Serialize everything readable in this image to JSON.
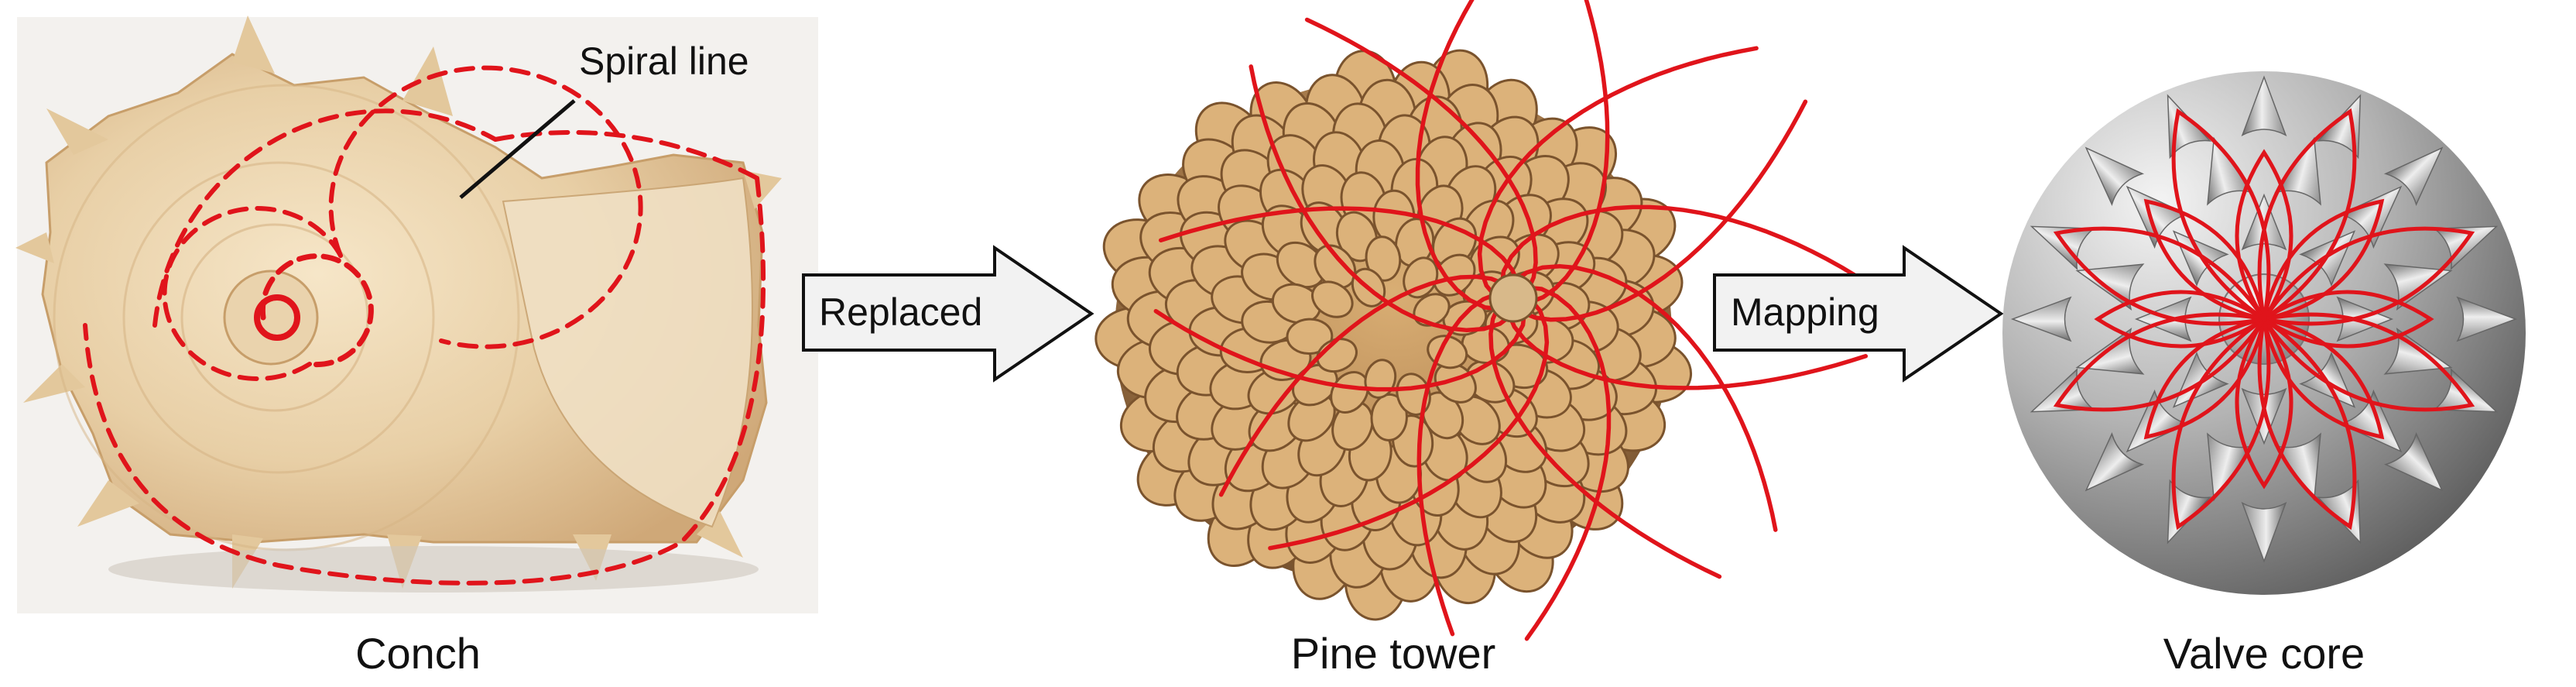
{
  "panels": {
    "conch": {
      "caption": "Conch",
      "callout": "Spiral line"
    },
    "pine": {
      "caption": "Pine tower"
    },
    "valve": {
      "caption": "Valve core"
    }
  },
  "arrows": [
    {
      "label": "Replaced"
    },
    {
      "label": "Mapping"
    }
  ],
  "colors": {
    "spiral": "#e0141b",
    "shell": "#e8cfa6",
    "pine": "#b88a56",
    "valve_bg": "#7a7a7a",
    "arrow_fill": "#f2f2f2"
  }
}
